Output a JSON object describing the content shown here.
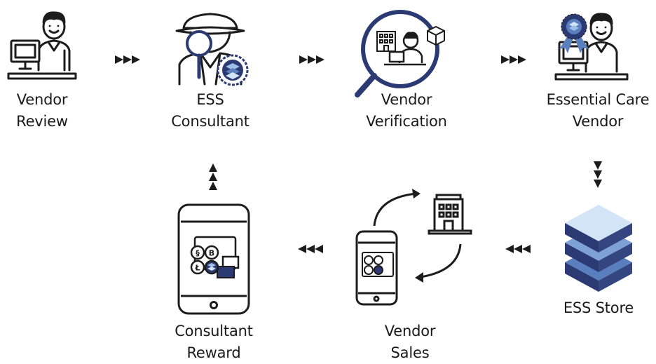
{
  "steps": {
    "vendor_review": {
      "line1": "Vendor",
      "line2": "Review"
    },
    "ess_consultant": {
      "line1": "ESS",
      "line2": "Consultant"
    },
    "vendor_verification": {
      "line1": "Vendor",
      "line2": "Verification"
    },
    "essential_care_vendor": {
      "line1": "Essential Care",
      "line2": "Vendor"
    },
    "ess_store": {
      "line1": "ESS Store"
    },
    "vendor_sales": {
      "line1": "Vendor",
      "line2": "Sales"
    },
    "consultant_reward": {
      "line1": "Consultant",
      "line2": "Reward"
    }
  },
  "coin_symbols": {
    "c1": "§",
    "c2": "B",
    "c3": "Ł"
  },
  "colors": {
    "stroke": "#1c1c1c",
    "navy": "#2b3a72",
    "blue_mid": "#5a7fbf",
    "blue_light": "#9ec0e6",
    "blue_pale": "#d2e4f5",
    "skin": "#ffffff"
  }
}
